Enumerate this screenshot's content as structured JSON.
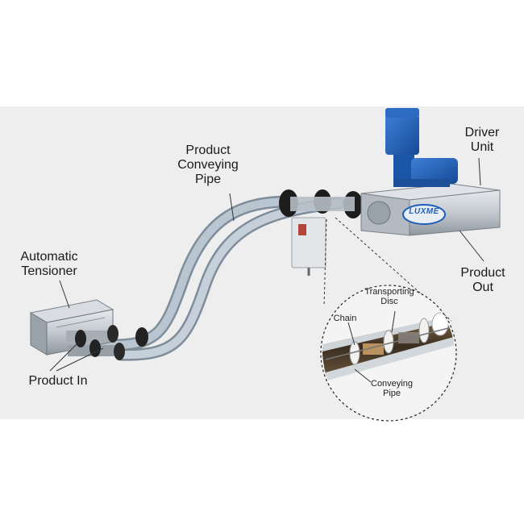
{
  "labels": {
    "product_conveying_pipe": "Product\nConveying\nPipe",
    "driver_unit": "Driver\nUnit",
    "automatic_tensioner": "Automatic\nTensioner",
    "product_out": "Product\nOut",
    "product_in": "Product In",
    "transporting_disc": "Transporting\nDisc",
    "chain": "Chain",
    "conveying_pipe": "Conveying\nPipe"
  },
  "brand": {
    "logo_text": "LUXME"
  },
  "colors": {
    "motor_blue": "#1f5fb8",
    "pipe_grey": "#a9b7c6",
    "steel": "#c9ced3",
    "background": "#eeeeee"
  }
}
